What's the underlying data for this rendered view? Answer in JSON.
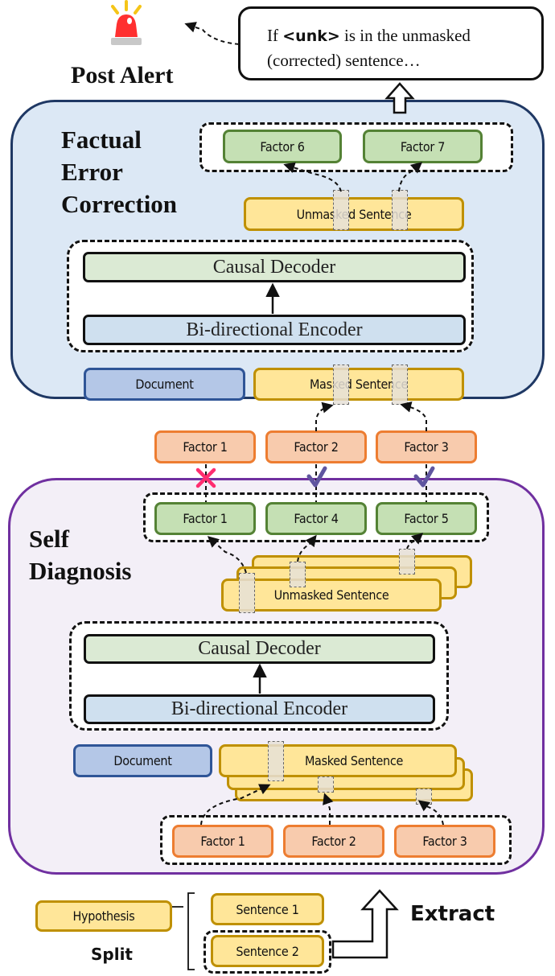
{
  "post_alert": {
    "title": "Post Alert",
    "icon": "siren-alarm-icon",
    "callout_prefix": "If ",
    "callout_token": "<unk>",
    "callout_line1_rest": " is in the unmasked",
    "callout_line2": "(corrected) sentence…"
  },
  "factual_error_correction": {
    "title_lines": [
      "Factual",
      "Error",
      "Correction"
    ],
    "output_factors": [
      "Factor 6",
      "Factor 7"
    ],
    "unmasked_sentence": "Unmasked Sentence",
    "decoder": "Causal Decoder",
    "encoder": "Bi-directional Encoder",
    "document": "Document",
    "masked_sentence": "Masked Sentence"
  },
  "selected_factors": {
    "factors": [
      "Factor 1",
      "Factor 2",
      "Factor 3"
    ],
    "marks": [
      "cross",
      "check",
      "check"
    ]
  },
  "self_diagnosis": {
    "title_lines": [
      "Self",
      "Diagnosis"
    ],
    "output_factors": [
      "Factor 1",
      "Factor 4",
      "Factor 5"
    ],
    "unmasked_sentence": "Unmasked Sentence",
    "decoder": "Causal Decoder",
    "encoder": "Bi-directional Encoder",
    "document": "Document",
    "masked_sentence": "Masked Sentence",
    "input_factors": [
      "Factor 1",
      "Factor 2",
      "Factor 3"
    ]
  },
  "bottom": {
    "hypothesis": "Hypothesis",
    "split_label": "Split",
    "sentences": [
      "Sentence 1",
      "Sentence 2"
    ],
    "extract_label": "Extract"
  },
  "colors": {
    "fec_panel_bg": "#dce8f5",
    "fec_panel_border": "#1f3864",
    "sd_panel_bg": "#f3eff7",
    "sd_panel_border": "#7030a0",
    "cross": "#ff2d6f",
    "check": "#5f559f"
  }
}
